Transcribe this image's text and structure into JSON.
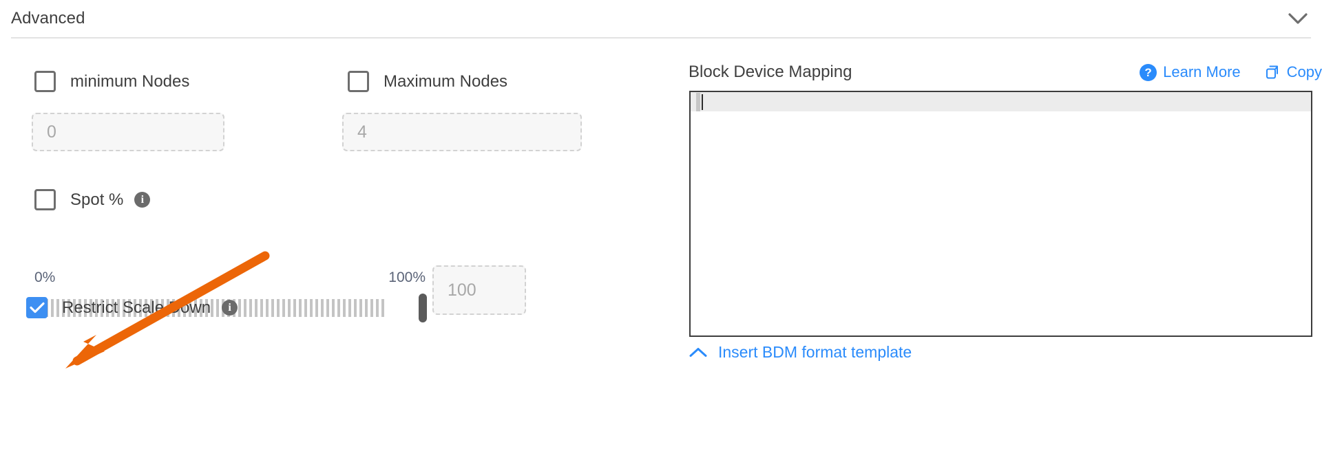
{
  "section": {
    "title": "Advanced",
    "collapse_icon": "chevron-down-icon"
  },
  "left": {
    "min_nodes": {
      "label": "minimum Nodes",
      "checked": false,
      "input_placeholder": "0"
    },
    "max_nodes": {
      "label": "Maximum Nodes",
      "checked": false,
      "input_placeholder": "4"
    },
    "spot": {
      "label": "Spot %",
      "checked": false,
      "info_icon": "info-icon",
      "info_glyph": "i"
    },
    "slider": {
      "min_label": "0%",
      "max_label": "100%",
      "value": 100,
      "tick_count": 64,
      "value_input": "100"
    },
    "restrict_scale_down": {
      "label": "Restrict Scale Down",
      "checked": true,
      "info_icon": "info-icon",
      "info_glyph": "i",
      "check_glyph": "✓"
    }
  },
  "right": {
    "title": "Block Device Mapping",
    "learn_more": {
      "label": "Learn More",
      "icon": "question-mark-circle-icon",
      "glyph": "?"
    },
    "copy": {
      "label": "Copy",
      "icon": "copy-icon"
    },
    "editor": {
      "content": "",
      "active_line": 1
    },
    "insert_template": {
      "label": "Insert BDM format template",
      "icon": "chevron-up-icon"
    }
  },
  "annotation": {
    "type": "arrow",
    "color": "#ec6608",
    "points_to": "restrict-scale-down-checkbox"
  },
  "colors": {
    "accent_blue": "#2a8bfb",
    "checkbox_blue": "#3d8ff2",
    "text": "#3f3f3f",
    "muted": "#a8a8a8",
    "annotation_orange": "#ec6608"
  }
}
